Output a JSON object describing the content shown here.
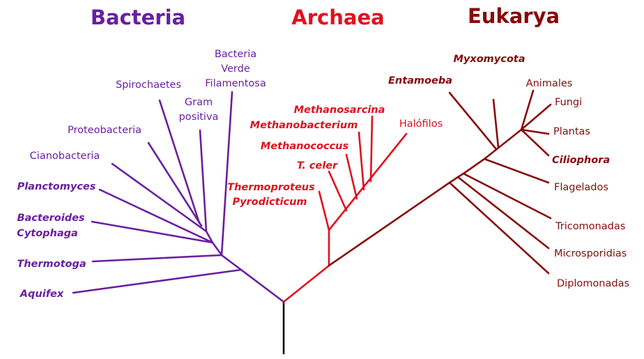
{
  "colors": {
    "bacteria": "#6a1fa0",
    "archaea": "#e0101f",
    "eukarya": "#870b0b",
    "root": "#000000"
  },
  "domains": {
    "bacteria": "Bacteria",
    "archaea": "Archaea",
    "eukarya": "Eukarya"
  },
  "bacteria": {
    "verde_line1": "Bacteria",
    "verde_line2": "Verde",
    "verde_line3": "Filamentosa",
    "spirochaetes": "Spirochaetes",
    "gram_line1": "Gram",
    "gram_line2": "positiva",
    "proteobacteria": "Proteobacteria",
    "cianobacteria": "Cianobacteria",
    "planctomyces": "Planctomyces",
    "bacteroides": "Bacteroides",
    "cytophaga": "Cytophaga",
    "thermotoga": "Thermotoga",
    "aquifex": "Aquifex"
  },
  "archaea": {
    "methanosarcina": "Methanosarcina",
    "methanobacterium": "Methanobacterium",
    "methanococcus": "Methanococcus",
    "t_celer": "T. celer",
    "thermoproteus": "Thermoproteus",
    "pyrodicticum": "Pyrodicticum",
    "halofilos": "Halófilos"
  },
  "eukarya": {
    "myxomycota": "Myxomycota",
    "entamoeba": "Entamoeba",
    "animales": "Animales",
    "fungi": "Fungi",
    "plantas": "Plantas",
    "ciliophora": "Ciliophora",
    "flagelados": "Flagelados",
    "tricomonadas": "Tricomonadas",
    "microsporidias": "Microsporidias",
    "diplomonadas": "Diplomonadas"
  }
}
